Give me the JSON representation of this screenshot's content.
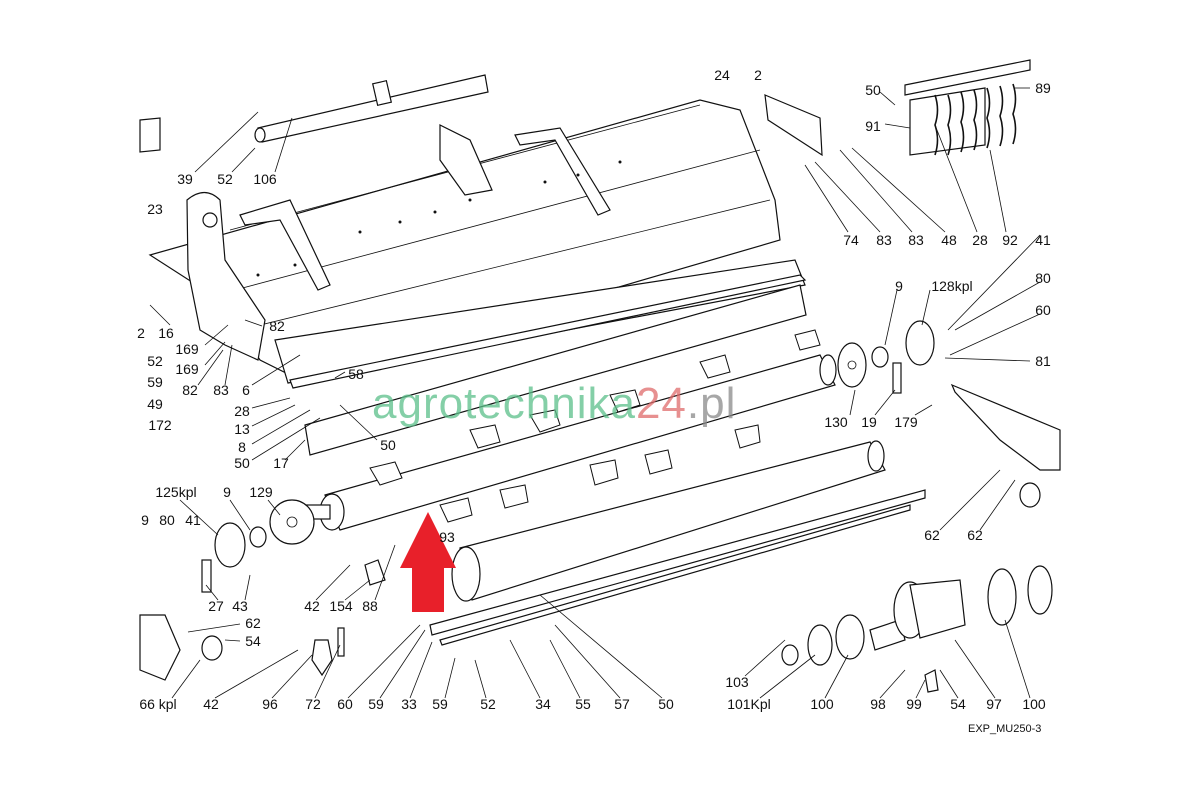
{
  "diagram": {
    "title_code": "EXP_MU250-3",
    "watermark": {
      "part1": "agrotechnika",
      "part2": "24",
      "part3": ".pl",
      "colors": {
        "part1": "#5cc08a",
        "part2": "#e06b6b",
        "part3": "#8a8a8a"
      }
    },
    "arrow_color": "#e8202a",
    "labels": [
      "24",
      "2",
      "39",
      "52",
      "106",
      "23",
      "2",
      "16",
      "82",
      "169",
      "169",
      "82",
      "83",
      "6",
      "52",
      "59",
      "49",
      "172",
      "58",
      "28",
      "13",
      "8",
      "50",
      "17",
      "50",
      "50",
      "89",
      "91",
      "74",
      "83",
      "83",
      "48",
      "28",
      "92",
      "41",
      "9",
      "128kpl",
      "80",
      "60",
      "81",
      "130",
      "19",
      "179",
      "125kpl",
      "9",
      "129",
      "9",
      "80",
      "41",
      "27",
      "43",
      "42",
      "154",
      "88",
      "93",
      "62",
      "54",
      "62",
      "62",
      "66 kpl",
      "42",
      "96",
      "72",
      "60",
      "59",
      "33",
      "59",
      "52",
      "34",
      "55",
      "57",
      "50",
      "103",
      "101Kpl",
      "100",
      "98",
      "99",
      "54",
      "97",
      "100"
    ]
  }
}
